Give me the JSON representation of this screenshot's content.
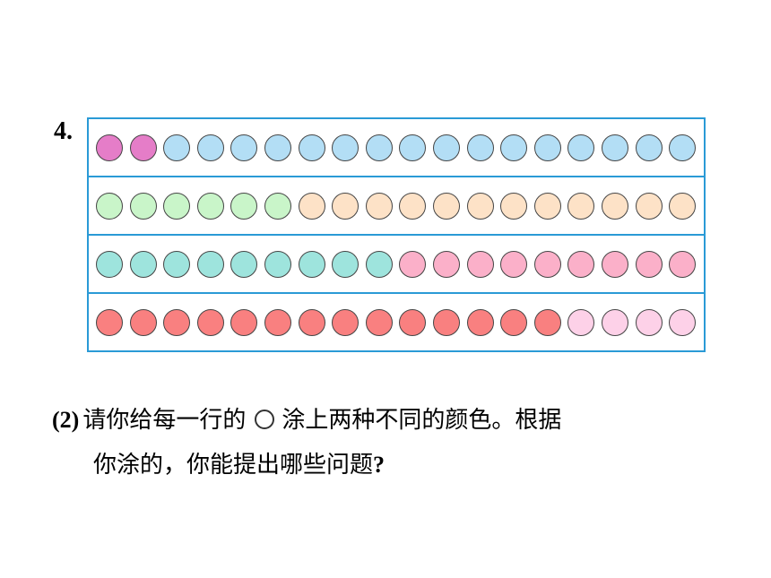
{
  "question": {
    "number": "4."
  },
  "grid": {
    "rows": [
      {
        "colors": [
          "#e57dc8",
          "#e57dc8",
          "#b3def5",
          "#b3def5",
          "#b3def5",
          "#b3def5",
          "#b3def5",
          "#b3def5",
          "#b3def5",
          "#b3def5",
          "#b3def5",
          "#b3def5",
          "#b3def5",
          "#b3def5",
          "#b3def5",
          "#b3def5",
          "#b3def5",
          "#b3def5"
        ]
      },
      {
        "colors": [
          "#c9f5c9",
          "#c9f5c9",
          "#c9f5c9",
          "#c9f5c9",
          "#c9f5c9",
          "#c9f5c9",
          "#fde2c7",
          "#fde2c7",
          "#fde2c7",
          "#fde2c7",
          "#fde2c7",
          "#fde2c7",
          "#fde2c7",
          "#fde2c7",
          "#fde2c7",
          "#fde2c7",
          "#fde2c7",
          "#fde2c7"
        ]
      },
      {
        "colors": [
          "#9ee4dd",
          "#9ee4dd",
          "#9ee4dd",
          "#9ee4dd",
          "#9ee4dd",
          "#9ee4dd",
          "#9ee4dd",
          "#9ee4dd",
          "#9ee4dd",
          "#fbb0c9",
          "#fbb0c9",
          "#fbb0c9",
          "#fbb0c9",
          "#fbb0c9",
          "#fbb0c9",
          "#fbb0c9",
          "#fbb0c9",
          "#fbb0c9"
        ]
      },
      {
        "colors": [
          "#f98080",
          "#f98080",
          "#f98080",
          "#f98080",
          "#f98080",
          "#f98080",
          "#f98080",
          "#f98080",
          "#f98080",
          "#f98080",
          "#f98080",
          "#f98080",
          "#f98080",
          "#f98080",
          "#fdd1e8",
          "#fdd1e8",
          "#fdd1e8",
          "#fdd1e8"
        ]
      }
    ]
  },
  "instruction": {
    "sub_label": "(2)",
    "line1_before": "请你给每一行的",
    "line1_after": "涂上两种不同的颜色。根据",
    "line2_text": "你涂的，你能提出哪些问题",
    "line2_end": "?"
  },
  "icons": {
    "inline_shape": "circle-outline-icon"
  }
}
